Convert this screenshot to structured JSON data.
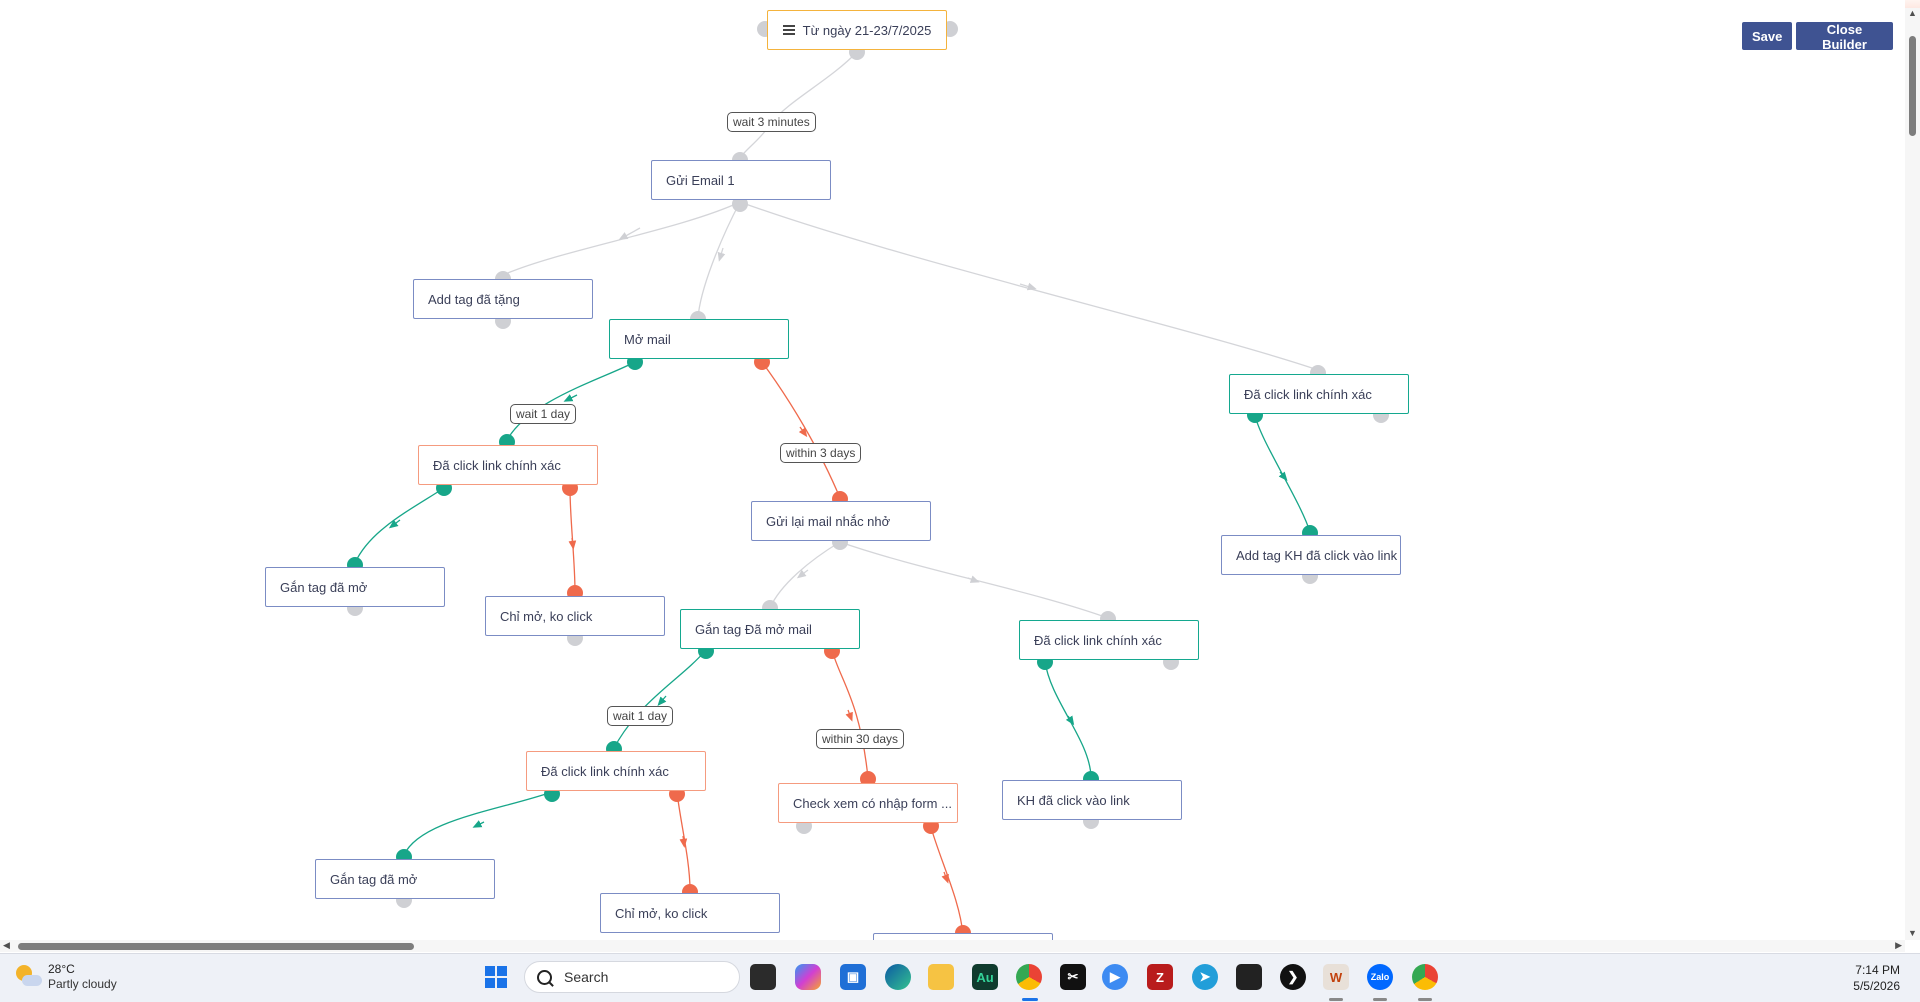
{
  "toolbar": {
    "save_label": "Save",
    "close_label": "Close Builder"
  },
  "nodes": {
    "source": "Từ ngày 21-23/7/2025",
    "email1": "Gửi Email 1",
    "addtag_gift": "Add tag đã tặng",
    "open_mail": "Mở mail",
    "clicked_right": "Đã click link chính xác",
    "addtag_kh": "Add tag KH đã click vào link",
    "clicked_left": "Đã click link chính xác",
    "remind_mail": "Gửi lại mail nhắc nhở",
    "tag_opened_1": "Gắn tag đã mở",
    "open_noclick_1": "Chỉ mở, ko click",
    "tag_opened_mail": "Gắn tag Đã mở mail",
    "clicked_mid": "Đã click link chính xác",
    "clicked_low": "Đã click link chính xác",
    "check_form": "Check xem có nhập form ...",
    "kh_clicked": "KH đã click vào link",
    "tag_opened_2": "Gắn tag đã mở",
    "open_noclick_2": "Chỉ mở, ko click"
  },
  "labels": {
    "wait3m": "wait 3 minutes",
    "wait1d_a": "wait 1 day",
    "within3d": "within 3 days",
    "wait1d_b": "wait 1 day",
    "within30d": "within 30 days"
  },
  "taskbar": {
    "weather_temp": "28°C",
    "weather_desc": "Partly cloudy",
    "search_placeholder": "Search",
    "time": "7:14 PM",
    "date": "5/5/2026",
    "apps": [
      "windows-start",
      "task-view",
      "copilot",
      "store",
      "edge",
      "file-explorer",
      "audition",
      "chrome",
      "capcut",
      "remote",
      "filezilla",
      "telegram",
      "notes",
      "media",
      "wps",
      "zalo",
      "chrome-2"
    ]
  },
  "colors": {
    "yes": "#17a689",
    "no": "#ef6a4c",
    "neutral": "#cfd0d4",
    "button": "#3f5392"
  }
}
